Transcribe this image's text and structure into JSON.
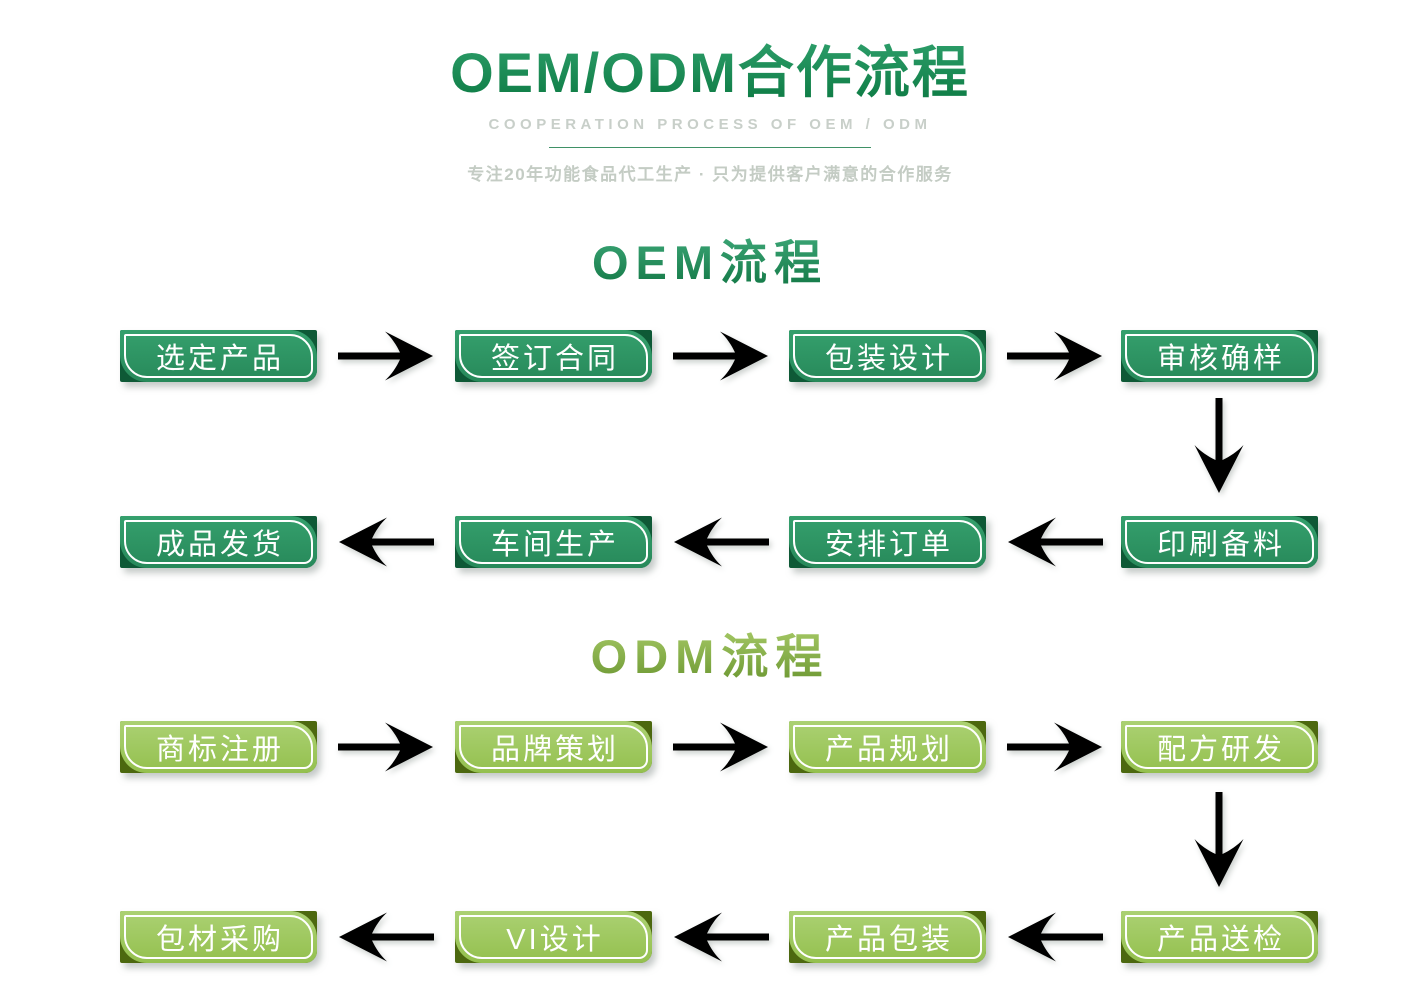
{
  "page": {
    "title": "OEM/ODM合作流程",
    "subtitle": "COOPERATION PROCESS OF OEM / ODM",
    "tagline": "专注20年功能食品代工生产 · 只为提供客户满意的合作服务"
  },
  "oem": {
    "title": "OEM流程",
    "row1_direction": "right",
    "row1": [
      "选定产品",
      "签订合同",
      "包装设计",
      "审核确样"
    ],
    "row2_direction": "left",
    "row2": [
      "成品发货",
      "车间生产",
      "安排订单",
      "印刷备料"
    ]
  },
  "odm": {
    "title": "ODM流程",
    "row1_direction": "right",
    "row1": [
      "商标注册",
      "品牌策划",
      "产品规划",
      "配方研发"
    ],
    "row2_direction": "left",
    "row2": [
      "包材采购",
      "VI设计",
      "产品包装",
      "产品送检"
    ]
  },
  "icons": {
    "arrow_right": "right-block-arrow",
    "arrow_left": "left-block-arrow",
    "arrow_down": "down-block-arrow"
  },
  "colors": {
    "oem_box_green": "#2e9462",
    "oem_box_dark": "#0e5936",
    "oem_arrow_stroke": "#1d7a4c",
    "odm_box_green": "#9ec659",
    "odm_box_dark": "#4c680f",
    "odm_arrow_stroke": "#506f17",
    "title_gradient_top": "#2fa06c",
    "title_gradient_bottom": "#0e7c45",
    "odm_title_gradient_top": "#a8cb68",
    "odm_title_gradient_bottom": "#6f9a35",
    "subtitle_gray": "#c8cfc9",
    "underline_green": "#3f9166",
    "box_text": "#ffffff"
  }
}
